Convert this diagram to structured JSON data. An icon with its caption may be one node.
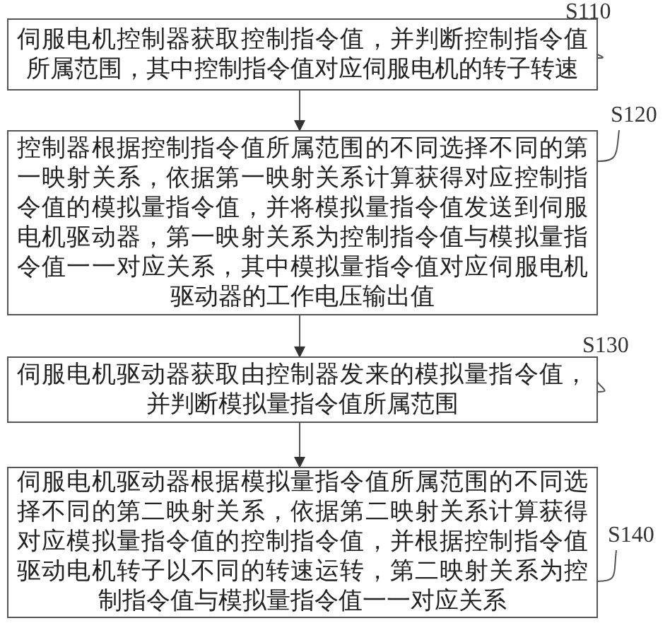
{
  "diagram": {
    "nodes": [
      {
        "text": [
          "伺服电机控制器获取控制指令值，并判断控制指令值所属范围，其中控制指令值对应伺服电机的转子转速"
        ]
      },
      {
        "text": [
          "控制器根据控制指令值所属范围的不同选择不同的第一映射关系，依据第一映射关系计算获得对应控制指令值的模拟量指令值，并将模拟量指令值发送到伺服电机驱动器，第一映射关系为控制指令值与模拟量指令值一一对应关系，其中模拟量指令值对应伺服电机驱动器的工作电压输出值"
        ]
      },
      {
        "text": [
          "伺服电机驱动器获取由控制器发来的模拟量指令值，并判断模拟量指令值所属范围"
        ]
      },
      {
        "text": [
          "伺服电机驱动器根据模拟量指令值所属范围的不同选择不同的第二映射关系，依据第二映射关系计算获得对应模拟量指令值的控制指令值，并根据控制指令值驱动电机转子以不同的转速运转，第二映射关系为控制指令值与模拟量指令值一一对应关系"
        ]
      },
      {
        "text": [
          "S110"
        ]
      },
      {
        "text": [
          "S120"
        ]
      },
      {
        "text": [
          "S130"
        ]
      },
      {
        "text": [
          "S140"
        ]
      }
    ],
    "edges": [
      {
        "from": 0,
        "to": 1,
        "arrow": "to"
      },
      {
        "from": 1,
        "to": 2,
        "arrow": "to"
      },
      {
        "from": 2,
        "to": 3,
        "arrow": "to"
      },
      {
        "from": 4,
        "to": 0,
        "arrow": "none"
      },
      {
        "from": 5,
        "to": 1,
        "arrow": "none"
      },
      {
        "from": 6,
        "to": 2,
        "arrow": "none"
      },
      {
        "from": 7,
        "to": 3,
        "arrow": "none"
      }
    ]
  }
}
